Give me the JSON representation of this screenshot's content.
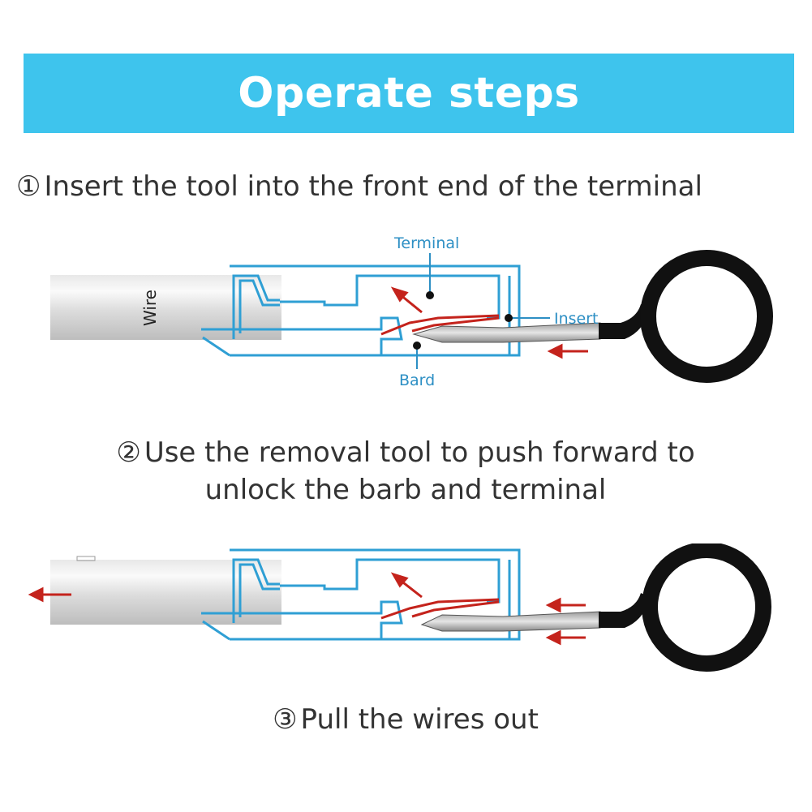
{
  "header": {
    "title": "Operate steps",
    "background_color": "#3ec4ed"
  },
  "steps": [
    {
      "number": "①",
      "text": "Insert the tool into the front end of the terminal"
    },
    {
      "number": "②",
      "line1": "Use the removal tool to push forward to",
      "line2": "unlock the barb and terminal"
    },
    {
      "number": "③",
      "text": "Pull the wires out"
    }
  ],
  "diagram1": {
    "wire_label": "Wire",
    "terminal_label": "Terminal",
    "insert_label": "Insert",
    "barb_label": "Bard"
  },
  "colors": {
    "terminal_outline": "#2f9fd4",
    "arrow": "#c4231c",
    "tool_ring": "#111111",
    "label_text": "#2d8fc4"
  },
  "icons": [
    "removal-tool-icon",
    "wire-icon",
    "arrow-icon"
  ]
}
